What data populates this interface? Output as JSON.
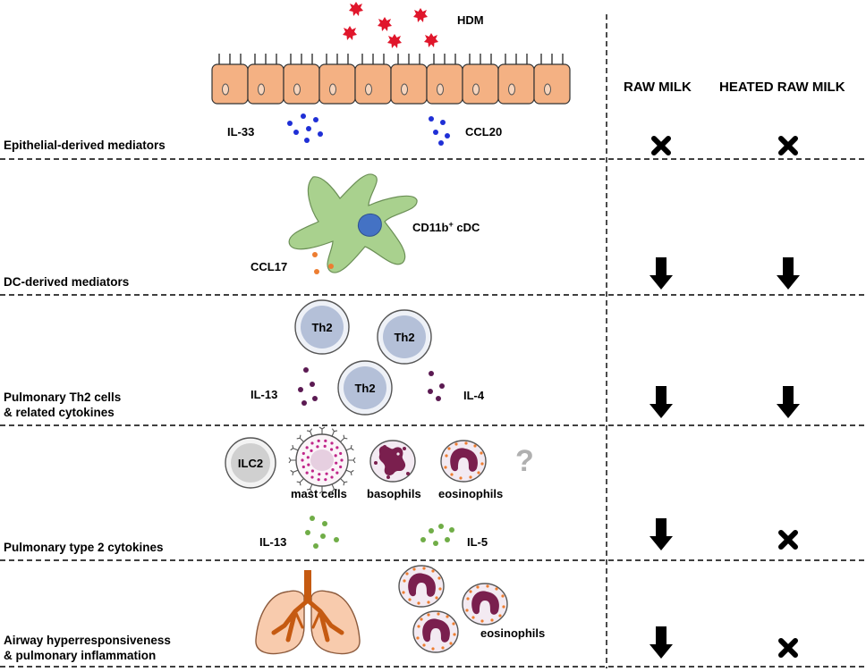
{
  "columns": {
    "raw_milk": "RAW MILK",
    "heated_raw_milk": "HEATED RAW MILK"
  },
  "allergen": {
    "label": "HDM"
  },
  "rows": [
    {
      "label_lines": [
        "Epithelial-derived mediators"
      ],
      "raw_milk": "no-effect",
      "heated_raw_milk": "no-effect"
    },
    {
      "label_lines": [
        "DC-derived mediators"
      ],
      "raw_milk": "decrease",
      "heated_raw_milk": "decrease"
    },
    {
      "label_lines": [
        "Pulmonary Th2 cells",
        "& related cytokines"
      ],
      "raw_milk": "decrease",
      "heated_raw_milk": "decrease"
    },
    {
      "label_lines": [
        "Pulmonary type 2 cytokines"
      ],
      "raw_milk": "decrease",
      "heated_raw_milk": "no-effect"
    },
    {
      "label_lines": [
        "Airway hyperresponsiveness",
        "& pulmonary inflammation"
      ],
      "raw_milk": "decrease",
      "heated_raw_milk": "no-effect"
    }
  ],
  "mediators": {
    "il33": "IL-33",
    "ccl20": "CCL20",
    "ccl17": "CCL17",
    "il13_th2": "IL-13",
    "il4": "IL-4",
    "il13_type2": "IL-13",
    "il5": "IL-5"
  },
  "cells": {
    "dc": {
      "label": "CD11b",
      "superscript": "+",
      "suffix": " cDC"
    },
    "th2": "Th2",
    "ilc2": "ILC2",
    "mast_cells": "mast cells",
    "basophils": "basophils",
    "eosinophils_row4": "eosinophils",
    "eosinophils_row5": "eosinophils",
    "unknown": "?"
  },
  "colors": {
    "epithelium_fill": "#f4b183",
    "hdm": "#e0162b",
    "il33_ccl20_dots": "#1f2fd6",
    "ccl17_dots": "#ed7d31",
    "th2_dots": "#5b1a52",
    "type2_dots": "#70ad47",
    "dc_fill": "#a9d18e",
    "dc_nucleus": "#4472c4",
    "th2_fill": "#b4c0d8",
    "ilc2_fill": "#d0d0d0",
    "granulocyte": "#7a1f4e",
    "lung_fill": "#f8cbad",
    "airway": "#c55a11"
  }
}
